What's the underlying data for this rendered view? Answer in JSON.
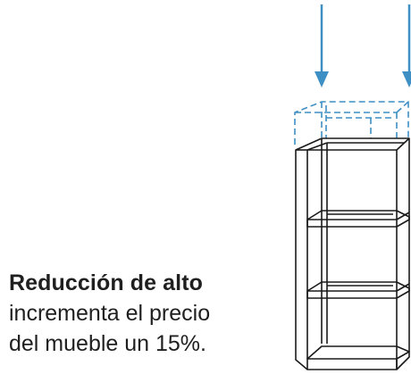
{
  "caption": {
    "title": "Reducción de alto",
    "line1": "incrementa el precio",
    "line2": "del mueble un 15%."
  },
  "colors": {
    "arrow": "#3d8fc4",
    "dashed_outline": "#3d8fc4",
    "cabinet_stroke": "#1a1a1a",
    "text": "#1f1f1f"
  },
  "icons": {
    "left_arrow": "arrow-down-icon",
    "right_arrow": "arrow-down-icon"
  }
}
